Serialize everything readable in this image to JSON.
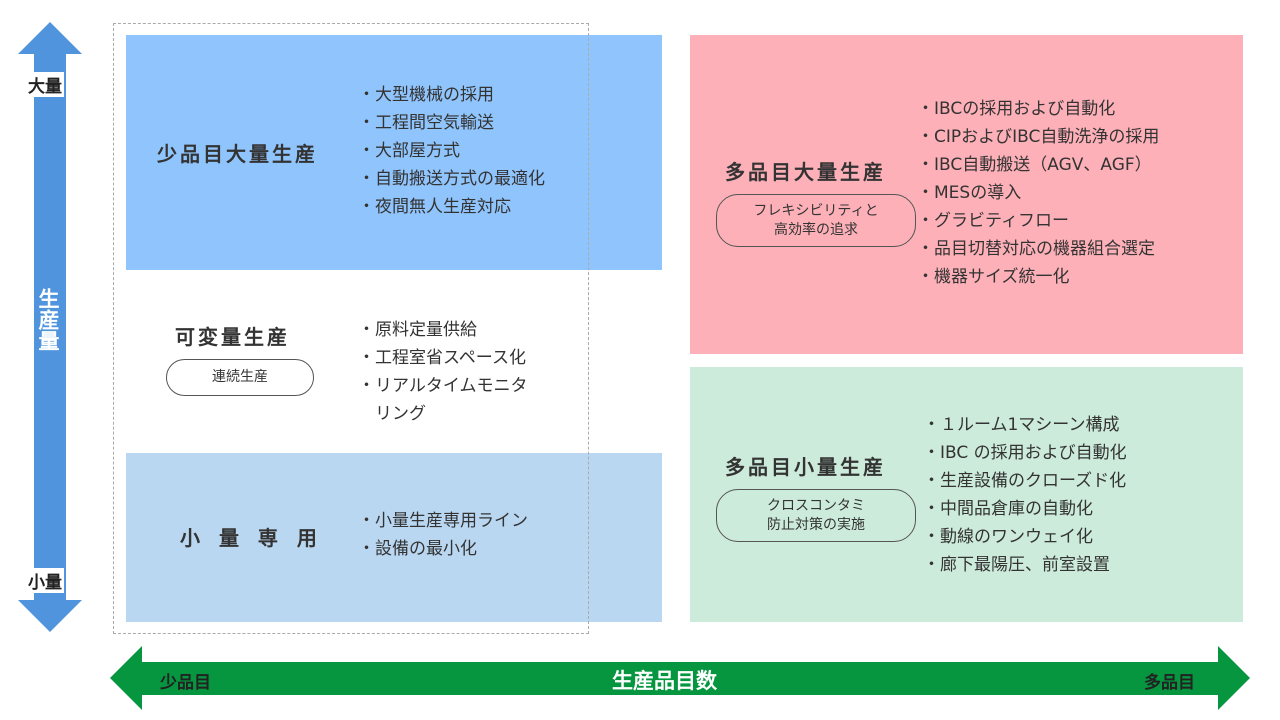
{
  "axes": {
    "vertical": {
      "label": "生産量",
      "top": "大量",
      "bottom": "小量"
    },
    "horizontal": {
      "label": "生産品目数",
      "left": "少品目",
      "right": "多品目"
    }
  },
  "colors": {
    "vertical_arrow": "#4f94dc",
    "horizontal_arrow": "#05963f",
    "q_few_mass": "#90c4fc",
    "q_dedicated": "#bad7f1",
    "q_multi_mass": "#fdb0b8",
    "q_multi_small": "#cdebdb"
  },
  "quadrants": {
    "few_mass": {
      "title": "少品目大量生産",
      "items": [
        "大型機械の採用",
        "工程間空気輸送",
        "大部屋方式",
        "自動搬送方式の最適化",
        "夜間無人生産対応"
      ]
    },
    "variable": {
      "title": "可変量生産",
      "tag": "連続生産",
      "items": [
        "原料定量供給",
        "工程室省スペース化",
        "リアルタイムモニタ",
        "リング"
      ]
    },
    "dedicated": {
      "title": "小 量 専 用",
      "items": [
        "小量生産専用ライン",
        "設備の最小化"
      ]
    },
    "multi_mass": {
      "title": "多品目大量生産",
      "tag_lines": [
        "フレキシビリティと",
        "高効率の追求"
      ],
      "items": [
        "IBCの採用および自動化",
        "CIPおよびIBC自動洗浄の採用",
        "IBC自動搬送（AGV、AGF）",
        "MESの導入",
        "グラビティフロー",
        "品目切替対応の機器組合選定",
        "機器サイズ統一化"
      ]
    },
    "multi_small": {
      "title": "多品目小量生産",
      "tag_lines": [
        "クロスコンタミ",
        "防止対策の実施"
      ],
      "items": [
        "１ルーム1マシーン構成",
        "IBC の採用および自動化",
        "生産設備のクローズド化",
        "中間品倉庫の自動化",
        "動線のワンウェイ化",
        "廊下最陽圧、前室設置"
      ]
    }
  }
}
